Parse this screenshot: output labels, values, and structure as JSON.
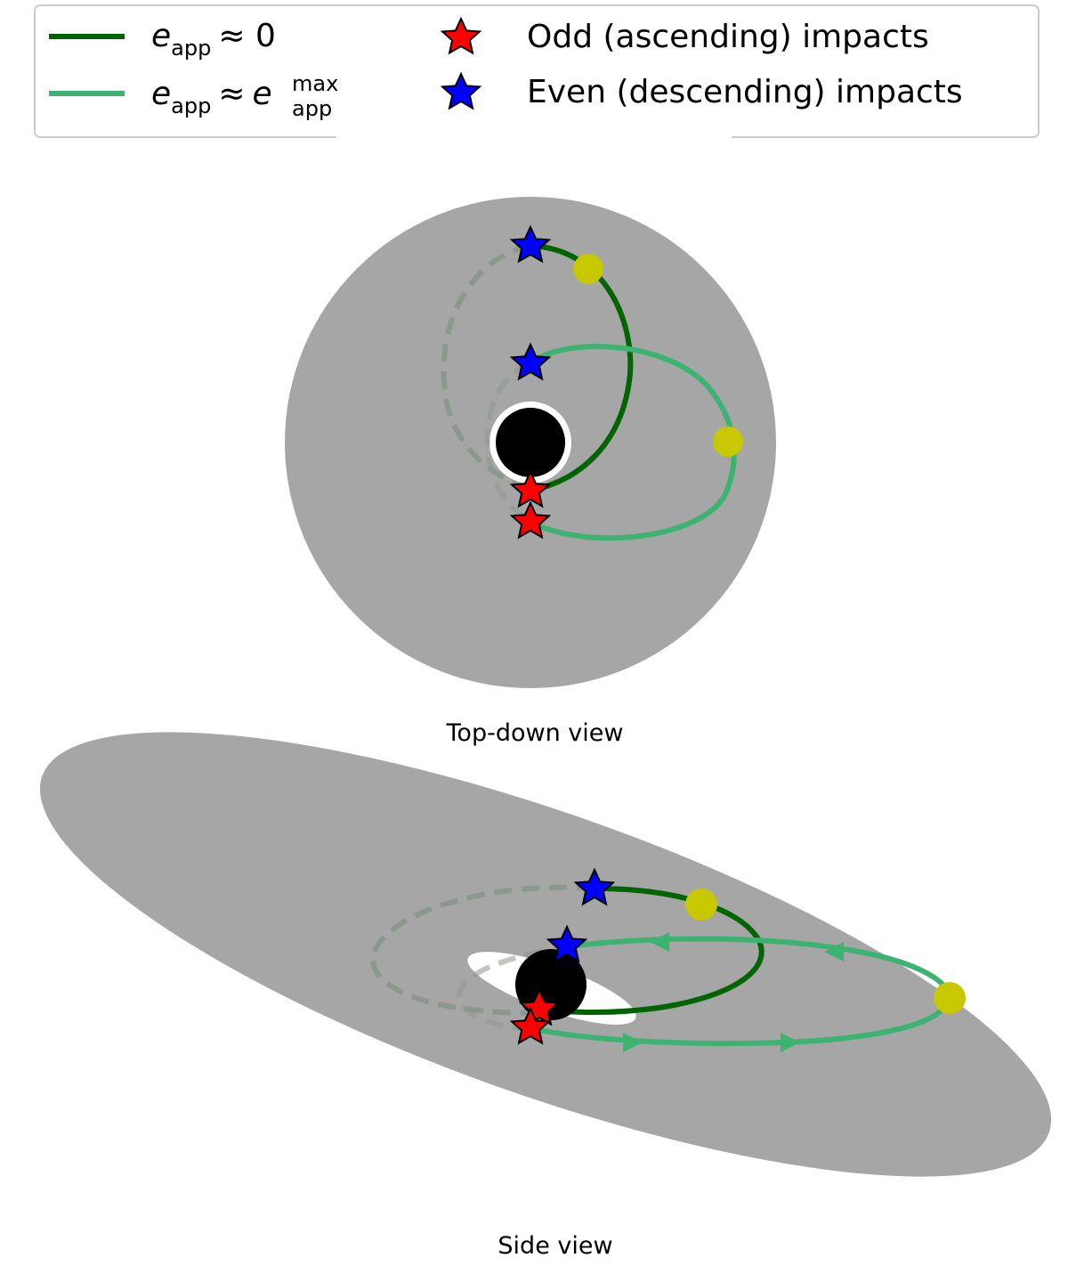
{
  "legend": {
    "circular_label": {
      "base": "e",
      "sub": "app",
      "rest": "≈ 0"
    },
    "eccentric_label": {
      "base": "e",
      "sub": "app",
      "rel": "≈",
      "base2": "e",
      "sub2": "app",
      "sup2": "max"
    },
    "odd_label": "Odd (ascending) impacts",
    "even_label": "Even (descending) impacts"
  },
  "captions": {
    "top": "Top-down view",
    "side": "Side view"
  },
  "colors": {
    "disk": "#a6a6a6",
    "orbit_circular": "#006400",
    "orbit_eccentric": "#3cb371",
    "orbit_hidden": "#8a998c",
    "black_hole": "#000000",
    "odd_impact": "#ff0000",
    "even_impact": "#0000ff",
    "marker": "#c8c800"
  }
}
